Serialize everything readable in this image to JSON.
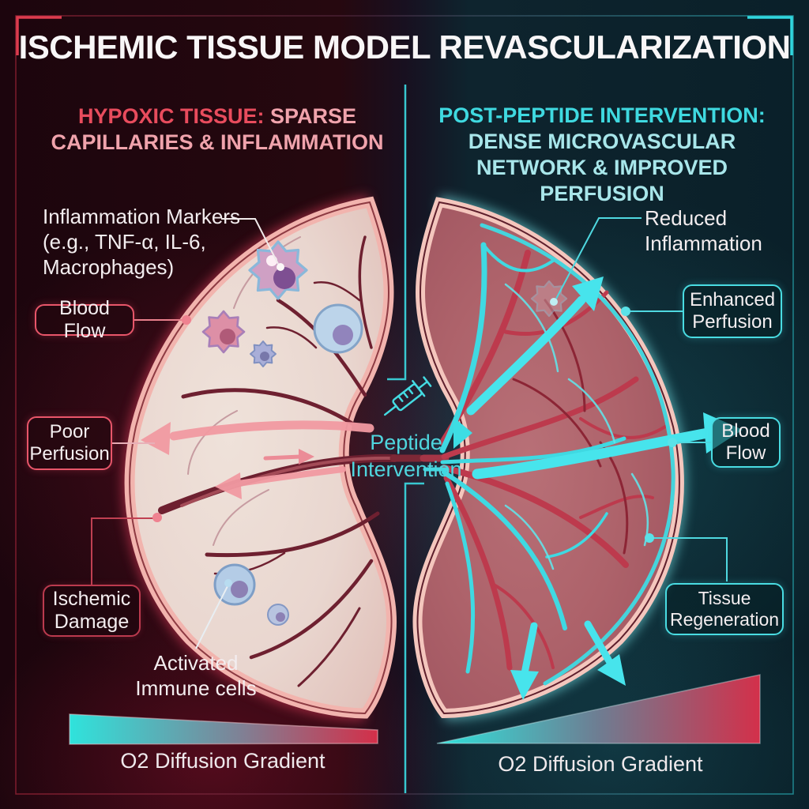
{
  "title": "ISCHEMIC TISSUE MODEL REVASCULARIZATION",
  "left_panel": {
    "subtitle_emphasis": "HYPOXIC TISSUE:",
    "subtitle_rest": " SPARSE CAPILLARIES & INFLAMMATION",
    "labels": {
      "inflammation_markers": "Inflammation Markers\n(e.g., TNF-α, IL-6,\nMacrophages)",
      "blood_flow": "Blood Flow",
      "poor_perfusion": "Poor\nPerfusion",
      "ischemic_damage": "Ischemic\nDamage",
      "activated_immune_cells": "Activated\nImmune cells",
      "o2_gradient": "O2 Diffusion Gradient"
    }
  },
  "center": {
    "intervention_label": "Peptide\nIntervention",
    "icon": "syringe-icon"
  },
  "right_panel": {
    "subtitle_emphasis": "POST-PEPTIDE INTERVENTION:",
    "subtitle_rest": "DENSE MICROVASCULAR NETWORK & IMPROVED PERFUSION",
    "labels": {
      "reduced_inflammation": "Reduced\nInflammation",
      "enhanced_perfusion": "Enhanced\nPerfusion",
      "blood_flow": "Blood\nFlow",
      "tissue_regeneration": "Tissue\nRegeneration",
      "o2_gradient": "O2 Diffusion Gradient"
    }
  },
  "colors": {
    "accent_red": "#e84c5d",
    "accent_red_light": "#f0a3ac",
    "accent_cyan": "#3fd9e0",
    "accent_cyan_light": "#a8e6ea",
    "title_text": "#f8f6f7",
    "o2_gradient_start": "#2fe3dc",
    "o2_gradient_end": "#d3304a"
  }
}
